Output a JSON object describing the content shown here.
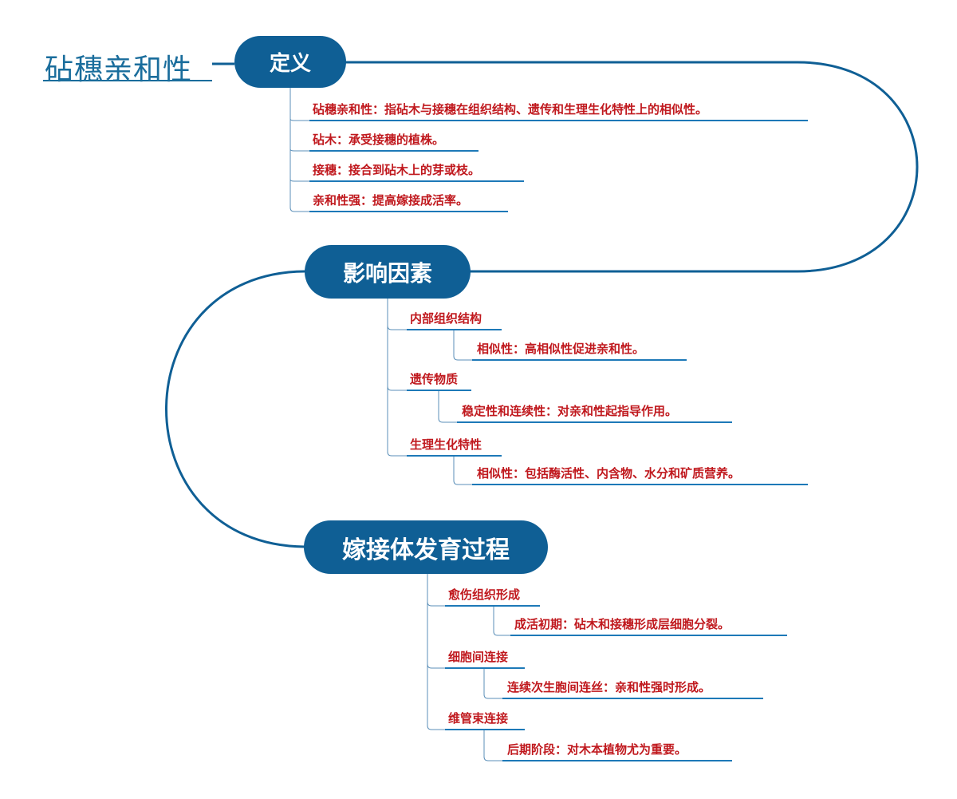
{
  "root": {
    "title": "砧穗亲和性"
  },
  "sections": [
    {
      "title": "定义",
      "items": [
        "砧穗亲和性：指砧木与接穗在组织结构、遗传和生理生化特性上的相似性。",
        "砧木：承受接穗的植株。",
        "接穗：接合到砧木上的芽或枝。",
        "亲和性强：提高嫁接成活率。"
      ]
    },
    {
      "title": "影响因素",
      "groups": [
        {
          "label": "内部组织结构",
          "detail": "相似性：高相似性促进亲和性。"
        },
        {
          "label": "遗传物质",
          "detail": "稳定性和连续性：对亲和性起指导作用。"
        },
        {
          "label": "生理生化特性",
          "detail": "相似性：包括酶活性、内含物、水分和矿质营养。"
        }
      ]
    },
    {
      "title": "嫁接体发育过程",
      "groups": [
        {
          "label": "愈伤组织形成",
          "detail": "成活初期：砧木和接穗形成层细胞分裂。"
        },
        {
          "label": "细胞间连接",
          "detail": "连续次生胞间连丝：亲和性强时形成。"
        },
        {
          "label": "维管束连接",
          "detail": "后期阶段：对木本植物尤为重要。"
        }
      ]
    }
  ],
  "colors": {
    "pill": "#0f5f95",
    "connector": "#0f5f95",
    "thin_line": "#5b8fb8",
    "leaf_text": "#c0191e",
    "underline": "#1d79b8",
    "root_text": "#1a6d9c"
  }
}
